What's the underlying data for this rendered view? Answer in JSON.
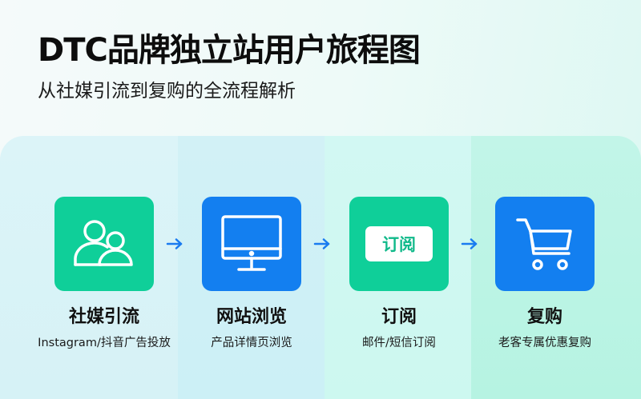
{
  "header": {
    "title": "DTC品牌独立站用户旅程图",
    "subtitle": "从社媒引流到复购的全流程解析"
  },
  "colors": {
    "green": "#0fcf99",
    "blue": "#137ff0",
    "arrow": "#1a7bf0"
  },
  "steps": [
    {
      "title": "社媒引流",
      "desc": "Instagram/抖音广告投放",
      "icon": "users-icon",
      "color": "green"
    },
    {
      "title": "网站浏览",
      "desc": "产品详情页浏览",
      "icon": "monitor-icon",
      "color": "blue"
    },
    {
      "title": "订阅",
      "desc": "邮件/短信订阅",
      "icon": "subscribe-badge",
      "badge_text": "订阅",
      "color": "green"
    },
    {
      "title": "复购",
      "desc": "老客专属优惠复购",
      "icon": "shopping-cart-icon",
      "color": "blue"
    }
  ]
}
